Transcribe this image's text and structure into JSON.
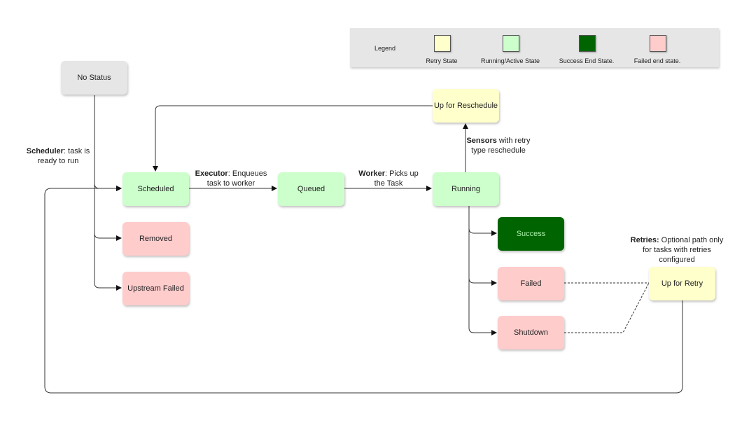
{
  "colors": {
    "retry": "#ffffcc",
    "active": "#ccffcc",
    "success": "#006400",
    "failed": "#ffcccc",
    "none": "#e6e6e6"
  },
  "legend": {
    "title": "Legend",
    "items": [
      {
        "label": "Retry State",
        "color": "#ffffcc"
      },
      {
        "label": "Running/Active State",
        "color": "#ccffcc"
      },
      {
        "label": "Success End State.",
        "color": "#006400"
      },
      {
        "label": "Failed end state.",
        "color": "#ffcccc"
      }
    ]
  },
  "nodes": {
    "no_status": "No Status",
    "up_for_reschedule": "Up for Reschedule",
    "scheduled": "Scheduled",
    "queued": "Queued",
    "running": "Running",
    "removed": "Removed",
    "upstream_failed": "Upstream Failed",
    "success": "Success",
    "failed": "Failed",
    "shutdown": "Shutdown",
    "up_for_retry": "Up for Retry"
  },
  "labels": {
    "scheduler": {
      "bold": "Scheduler",
      "rest": ": task is ready to run"
    },
    "executor": {
      "bold": "Executor",
      "rest": ": Enqueues task to worker"
    },
    "worker": {
      "bold": "Worker",
      "rest": ": Picks up the Task"
    },
    "sensors": {
      "bold": "Sensors",
      "rest": " with retry type reschedule"
    },
    "retries": {
      "bold": "Retries:",
      "rest": " Optional path only for tasks with retries configured"
    }
  }
}
